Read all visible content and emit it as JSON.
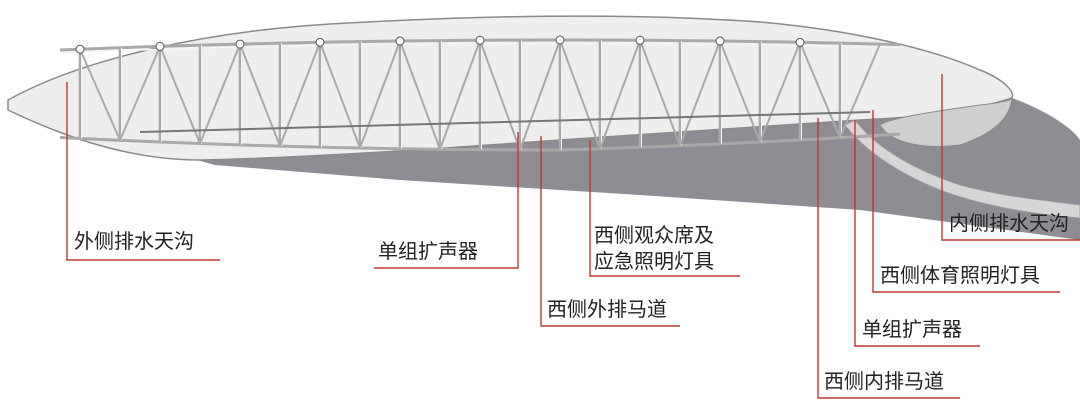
{
  "colors": {
    "leader": "#c0392b",
    "roof": "#eeeeee",
    "roof_edge": "#8a8a8a",
    "shadow": "#8e8d93",
    "truss": "#f4f4f4",
    "truss_shade": "#a9a9a9"
  },
  "labels": {
    "outer_gutter": "外侧排水天沟",
    "speaker_group_left": "单组扩声器",
    "west_audience_light_line1": "西侧观众席及",
    "west_audience_light_line2": "应急照明灯具",
    "west_outer_catwalk": "西侧外排马道",
    "inner_gutter": "内侧排水天沟",
    "west_sports_light": "西侧体育照明灯具",
    "speaker_group_right": "单组扩声器",
    "west_inner_catwalk": "西侧内排马道"
  }
}
